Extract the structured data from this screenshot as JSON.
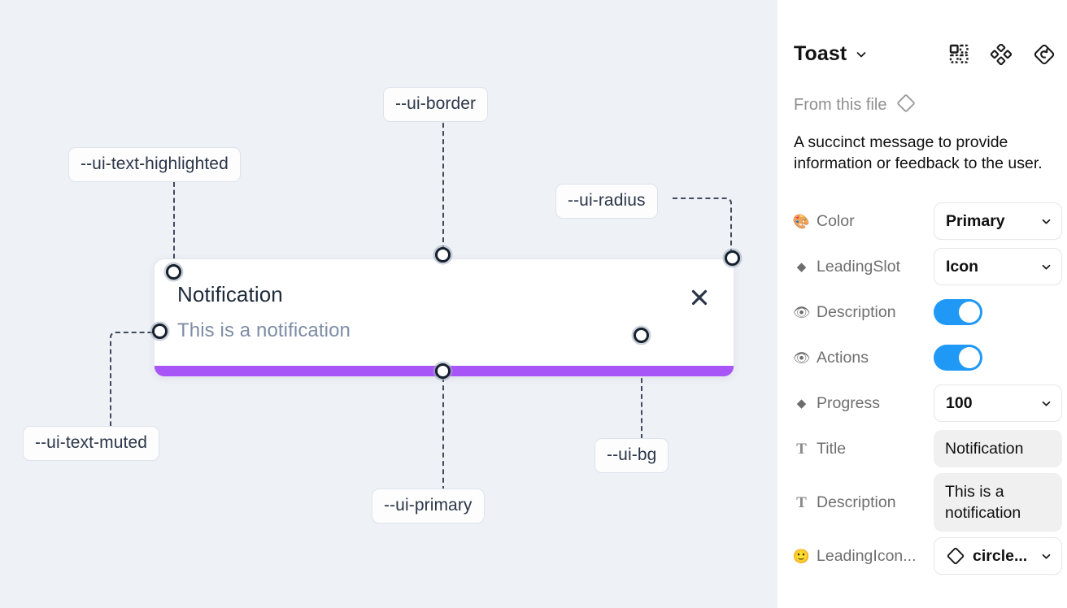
{
  "canvas": {
    "background_color": "#eef1f6",
    "annotations": [
      {
        "name": "ui-text-highlighted",
        "label": "--ui-text-highlighted"
      },
      {
        "name": "ui-border",
        "label": "--ui-border"
      },
      {
        "name": "ui-radius",
        "label": "--ui-radius"
      },
      {
        "name": "ui-text-muted",
        "label": "--ui-text-muted"
      },
      {
        "name": "ui-primary",
        "label": "--ui-primary"
      },
      {
        "name": "ui-bg",
        "label": "--ui-bg"
      }
    ],
    "toast": {
      "title": "Notification",
      "description": "This is a notification",
      "close_icon": "close-x-icon",
      "progress_color": "#a855f7",
      "background_color": "#ffffff",
      "border_color": "#e3e8ef",
      "title_color": "#1e2939",
      "description_color": "#7d8da4"
    }
  },
  "panel": {
    "title": "Toast",
    "title_chevron_icon": "chevron-down-icon",
    "header_icons": [
      {
        "name": "component-grid-icon"
      },
      {
        "name": "variants-diamond-cluster-icon"
      },
      {
        "name": "reset-diamond-icon"
      }
    ],
    "from_file": {
      "label": "From this file",
      "icon": "diamond-component-icon"
    },
    "description": "A succinct message to provide information or feedback to the user.",
    "properties": [
      {
        "name": "color",
        "icon": "palette-emoji",
        "icon_glyph": "🎨",
        "label": "Color",
        "control": "select",
        "value": "Primary"
      },
      {
        "name": "leading-slot",
        "icon": "diamond-glyph",
        "icon_glyph": "◆",
        "label": "LeadingSlot",
        "control": "select",
        "value": "Icon"
      },
      {
        "name": "description",
        "icon": "eye-emoji",
        "icon_glyph": "👁",
        "label": "Description",
        "control": "toggle",
        "value": "on"
      },
      {
        "name": "actions",
        "icon": "eye-emoji",
        "icon_glyph": "👁",
        "label": "Actions",
        "control": "toggle",
        "value": "on"
      },
      {
        "name": "progress",
        "icon": "diamond-glyph",
        "icon_glyph": "◆",
        "label": "Progress",
        "control": "select",
        "value": "100"
      },
      {
        "name": "title",
        "icon": "text-t-glyph",
        "icon_glyph": "T",
        "label": "Title",
        "control": "text",
        "value": "Notification"
      },
      {
        "name": "description-text",
        "icon": "text-t-glyph",
        "icon_glyph": "T",
        "label": "Description",
        "control": "text",
        "value": "This is a notification"
      },
      {
        "name": "leading-icon",
        "icon": "smiley-emoji",
        "icon_glyph": "🙂",
        "label": "LeadingIcon...",
        "control": "select-icon",
        "value": "circle..."
      }
    ],
    "toggle_on_color": "#1f99f5"
  }
}
